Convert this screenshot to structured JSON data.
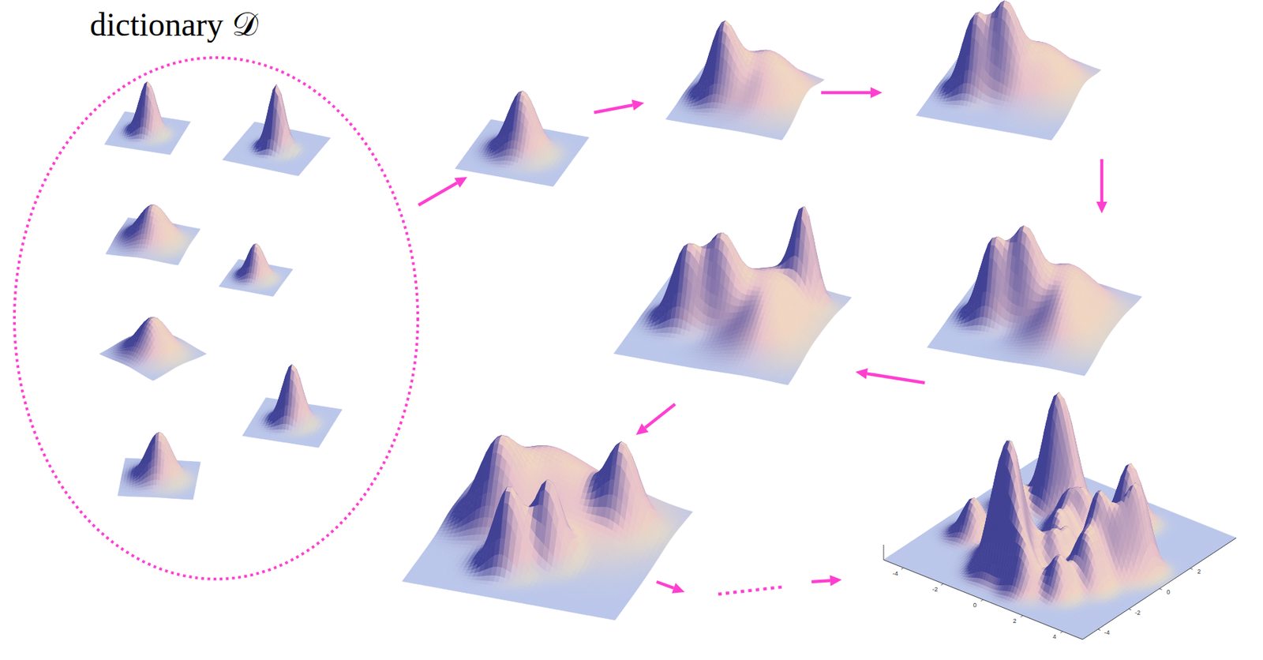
{
  "diagram": {
    "nodes": [
      {
        "text": [
          "dictionary 𝒟"
        ]
      }
    ],
    "labels": [
      "-4",
      "-2",
      "0",
      "2",
      "4",
      "2",
      "0",
      "-2",
      "-4"
    ]
  }
}
